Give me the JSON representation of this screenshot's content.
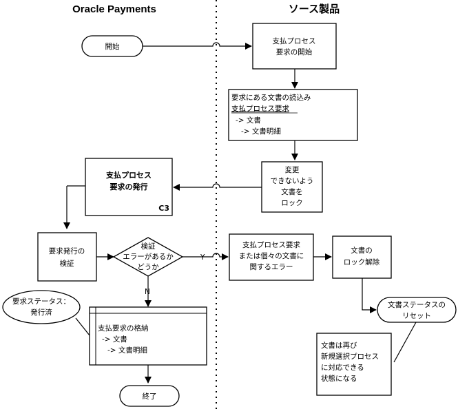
{
  "lanes": {
    "left_title": "Oracle Payments",
    "right_title": "ソース製品"
  },
  "nodes": {
    "start": "開始",
    "initiate_request": [
      "支払プロセス",
      "要求の開始"
    ],
    "read_documents": {
      "line1": "要求にある文書の読込み",
      "line2": "支払プロセス要求",
      "line3": "-> 文書",
      "line4": "-> 文書明細"
    },
    "lock_documents": [
      "変更",
      "できないよう",
      "文書を",
      "ロック"
    ],
    "submit_request": [
      "支払プロセス",
      "要求の発行"
    ],
    "submit_request_tag": "C3",
    "validate_request": [
      "要求発行の",
      "検証"
    ],
    "errors_decision": [
      "検証",
      "エラーがあるか",
      "どうか"
    ],
    "error_box": [
      "支払プロセス要求",
      "または個々の文書に",
      "関するエラー"
    ],
    "unlock_documents": [
      "文書の",
      "ロック解除"
    ],
    "reset_status": [
      "文書ステータスの",
      "リセット"
    ],
    "request_status": [
      "要求ステータス：",
      "発行済"
    ],
    "store_request": {
      "line1": "支払要求の格納",
      "line2": "-> 文書",
      "line3": "-> 文書明細"
    },
    "end": "終了",
    "note": [
      "文書は再び",
      "新規選択プロセス",
      "に対応できる",
      "状態になる"
    ]
  },
  "edge_labels": {
    "yes": "Y",
    "no": "N"
  }
}
